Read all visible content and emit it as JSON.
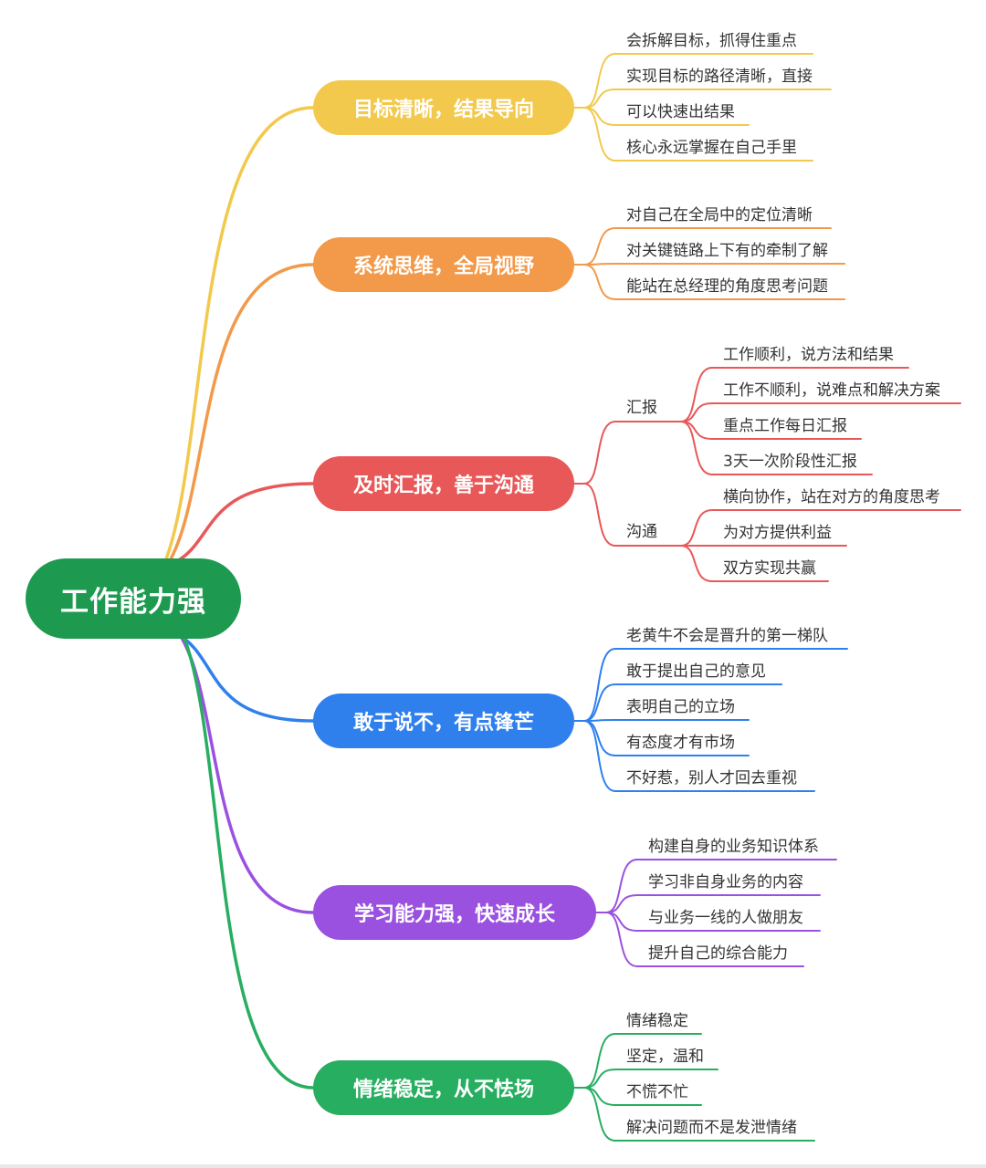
{
  "root": {
    "label": "工作能力强",
    "color": "#1e9a50"
  },
  "branches": [
    {
      "label": "目标清晰，结果导向",
      "color": "#f2c94c",
      "leaves": [
        "会拆解目标，抓得住重点",
        "实现目标的路径清晰，直接",
        "可以快速出结果",
        "核心永远掌握在自己手里"
      ]
    },
    {
      "label": "系统思维，全局视野",
      "color": "#f2994a",
      "leaves": [
        "对自己在全局中的定位清晰",
        "对关键链路上下有的牵制了解",
        "能站在总经理的角度思考问题"
      ]
    },
    {
      "label": "及时汇报，善于沟通",
      "color": "#e85858",
      "groups": [
        {
          "label": "汇报",
          "leaves": [
            "工作顺利，说方法和结果",
            "工作不顺利，说难点和解决方案",
            "重点工作每日汇报",
            "3天一次阶段性汇报"
          ]
        },
        {
          "label": "沟通",
          "leaves": [
            "横向协作，站在对方的角度思考",
            "为对方提供利益",
            "双方实现共赢"
          ]
        }
      ]
    },
    {
      "label": "敢于说不，有点锋芒",
      "color": "#2f80ed",
      "leaves": [
        "老黄牛不会是晋升的第一梯队",
        "敢于提出自己的意见",
        "表明自己的立场",
        "有态度才有市场",
        "不好惹，别人才回去重视"
      ]
    },
    {
      "label": "学习能力强，快速成长",
      "color": "#9b51e0",
      "leaves": [
        "构建自身的业务知识体系",
        "学习非自身业务的内容",
        "与业务一线的人做朋友",
        "提升自己的综合能力"
      ]
    },
    {
      "label": "情绪稳定，从不怯场",
      "color": "#27ae60",
      "leaves": [
        "情绪稳定",
        "坚定，温和",
        "不慌不忙",
        "解决问题而不是发泄情绪"
      ]
    }
  ]
}
